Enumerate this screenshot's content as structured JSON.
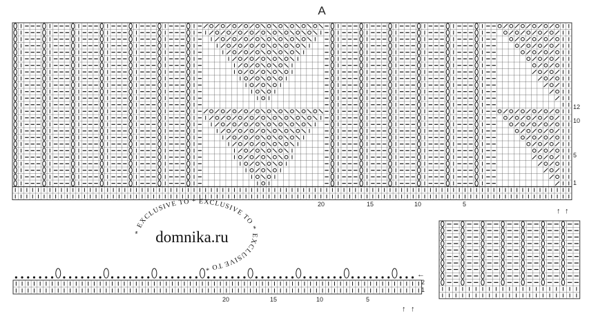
{
  "header": {
    "chart_letter": "A"
  },
  "main_chart": {
    "row_labels": [
      "1",
      "5",
      "10",
      "12"
    ],
    "column_labels": [
      "20",
      "15",
      "10",
      "5"
    ],
    "arrow_glyph": "↑"
  },
  "watermark": {
    "site": "domnika.ru",
    "arc_text": "* EXCLUSIVE TO * EXCLUSIVE TO * EXCLUSIVE TO *"
  },
  "edging_chart": {
    "row_labels": [
      "2",
      "1"
    ],
    "column_labels": [
      "20",
      "15",
      "10",
      "5"
    ],
    "arrow_glyph": "↑",
    "direction_arrow": "←"
  },
  "colors": {
    "line": "#333333",
    "grid": "#555555",
    "symbol": "#111111"
  }
}
